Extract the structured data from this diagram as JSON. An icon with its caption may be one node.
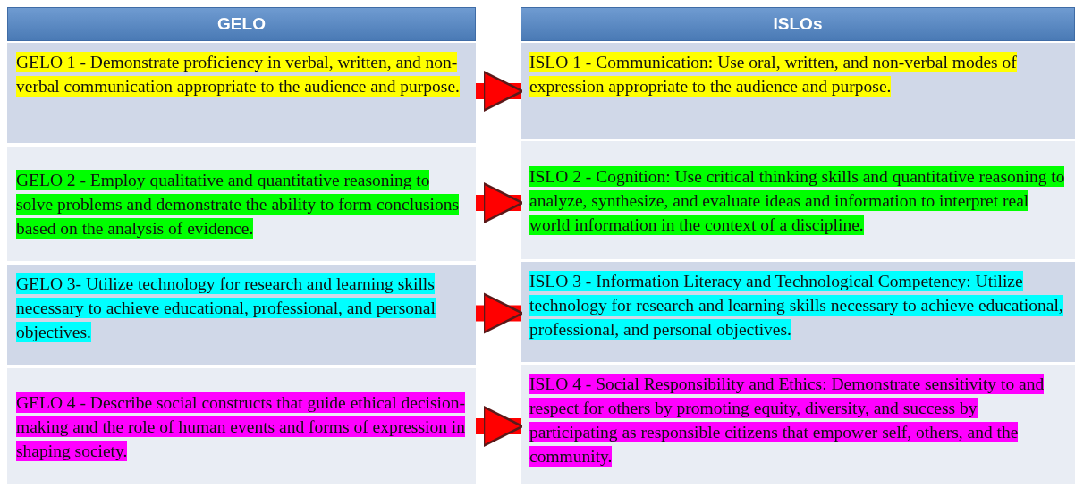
{
  "diagram": {
    "nodes": [
      {
        "text": [
          "GELO"
        ]
      },
      {
        "text": [
          "GELO 1 - Demonstrate proficiency in verbal, written, and non-verbal communication appropriate to the audience and purpose."
        ]
      },
      {
        "text": [
          "GELO 2 - Employ qualitative and quantitative reasoning to solve problems and demonstrate the ability to form conclusions based on the analysis of evidence."
        ]
      },
      {
        "text": [
          "GELO 3- Utilize technology for research and learning skills necessary to achieve educational, professional, and personal objectives."
        ]
      },
      {
        "text": [
          "GELO 4 - Describe social constructs that guide ethical decision-making and the role of human events and forms of expression in shaping society."
        ]
      },
      {
        "text": [
          "ISLOs"
        ]
      },
      {
        "text": [
          "ISLO 1 - Communication: Use oral, written, and non-verbal modes of expression appropriate to the audience and purpose."
        ]
      },
      {
        "text": [
          "ISLO 2 - Cognition: Use critical thinking skills and quantitative reasoning to analyze, synthesize, and evaluate ideas and information to interpret real world information in the context of a discipline."
        ]
      },
      {
        "text": [
          "ISLO 3 - Information Literacy and Technological Competency: Utilize technology for research and learning skills necessary to achieve educational, professional, and personal objectives."
        ]
      },
      {
        "text": [
          "ISLO 4 - Social Responsibility and Ethics: Demonstrate sensitivity to and respect for others by promoting equity, diversity, and success by participating as responsible citizens that empower self, others, and the community."
        ]
      }
    ],
    "edges": [
      {
        "from": 1,
        "to": 6,
        "arrow": "to"
      },
      {
        "from": 2,
        "to": 7,
        "arrow": "to"
      },
      {
        "from": 3,
        "to": 8,
        "arrow": "to"
      },
      {
        "from": 4,
        "to": 9,
        "arrow": "to"
      }
    ]
  }
}
